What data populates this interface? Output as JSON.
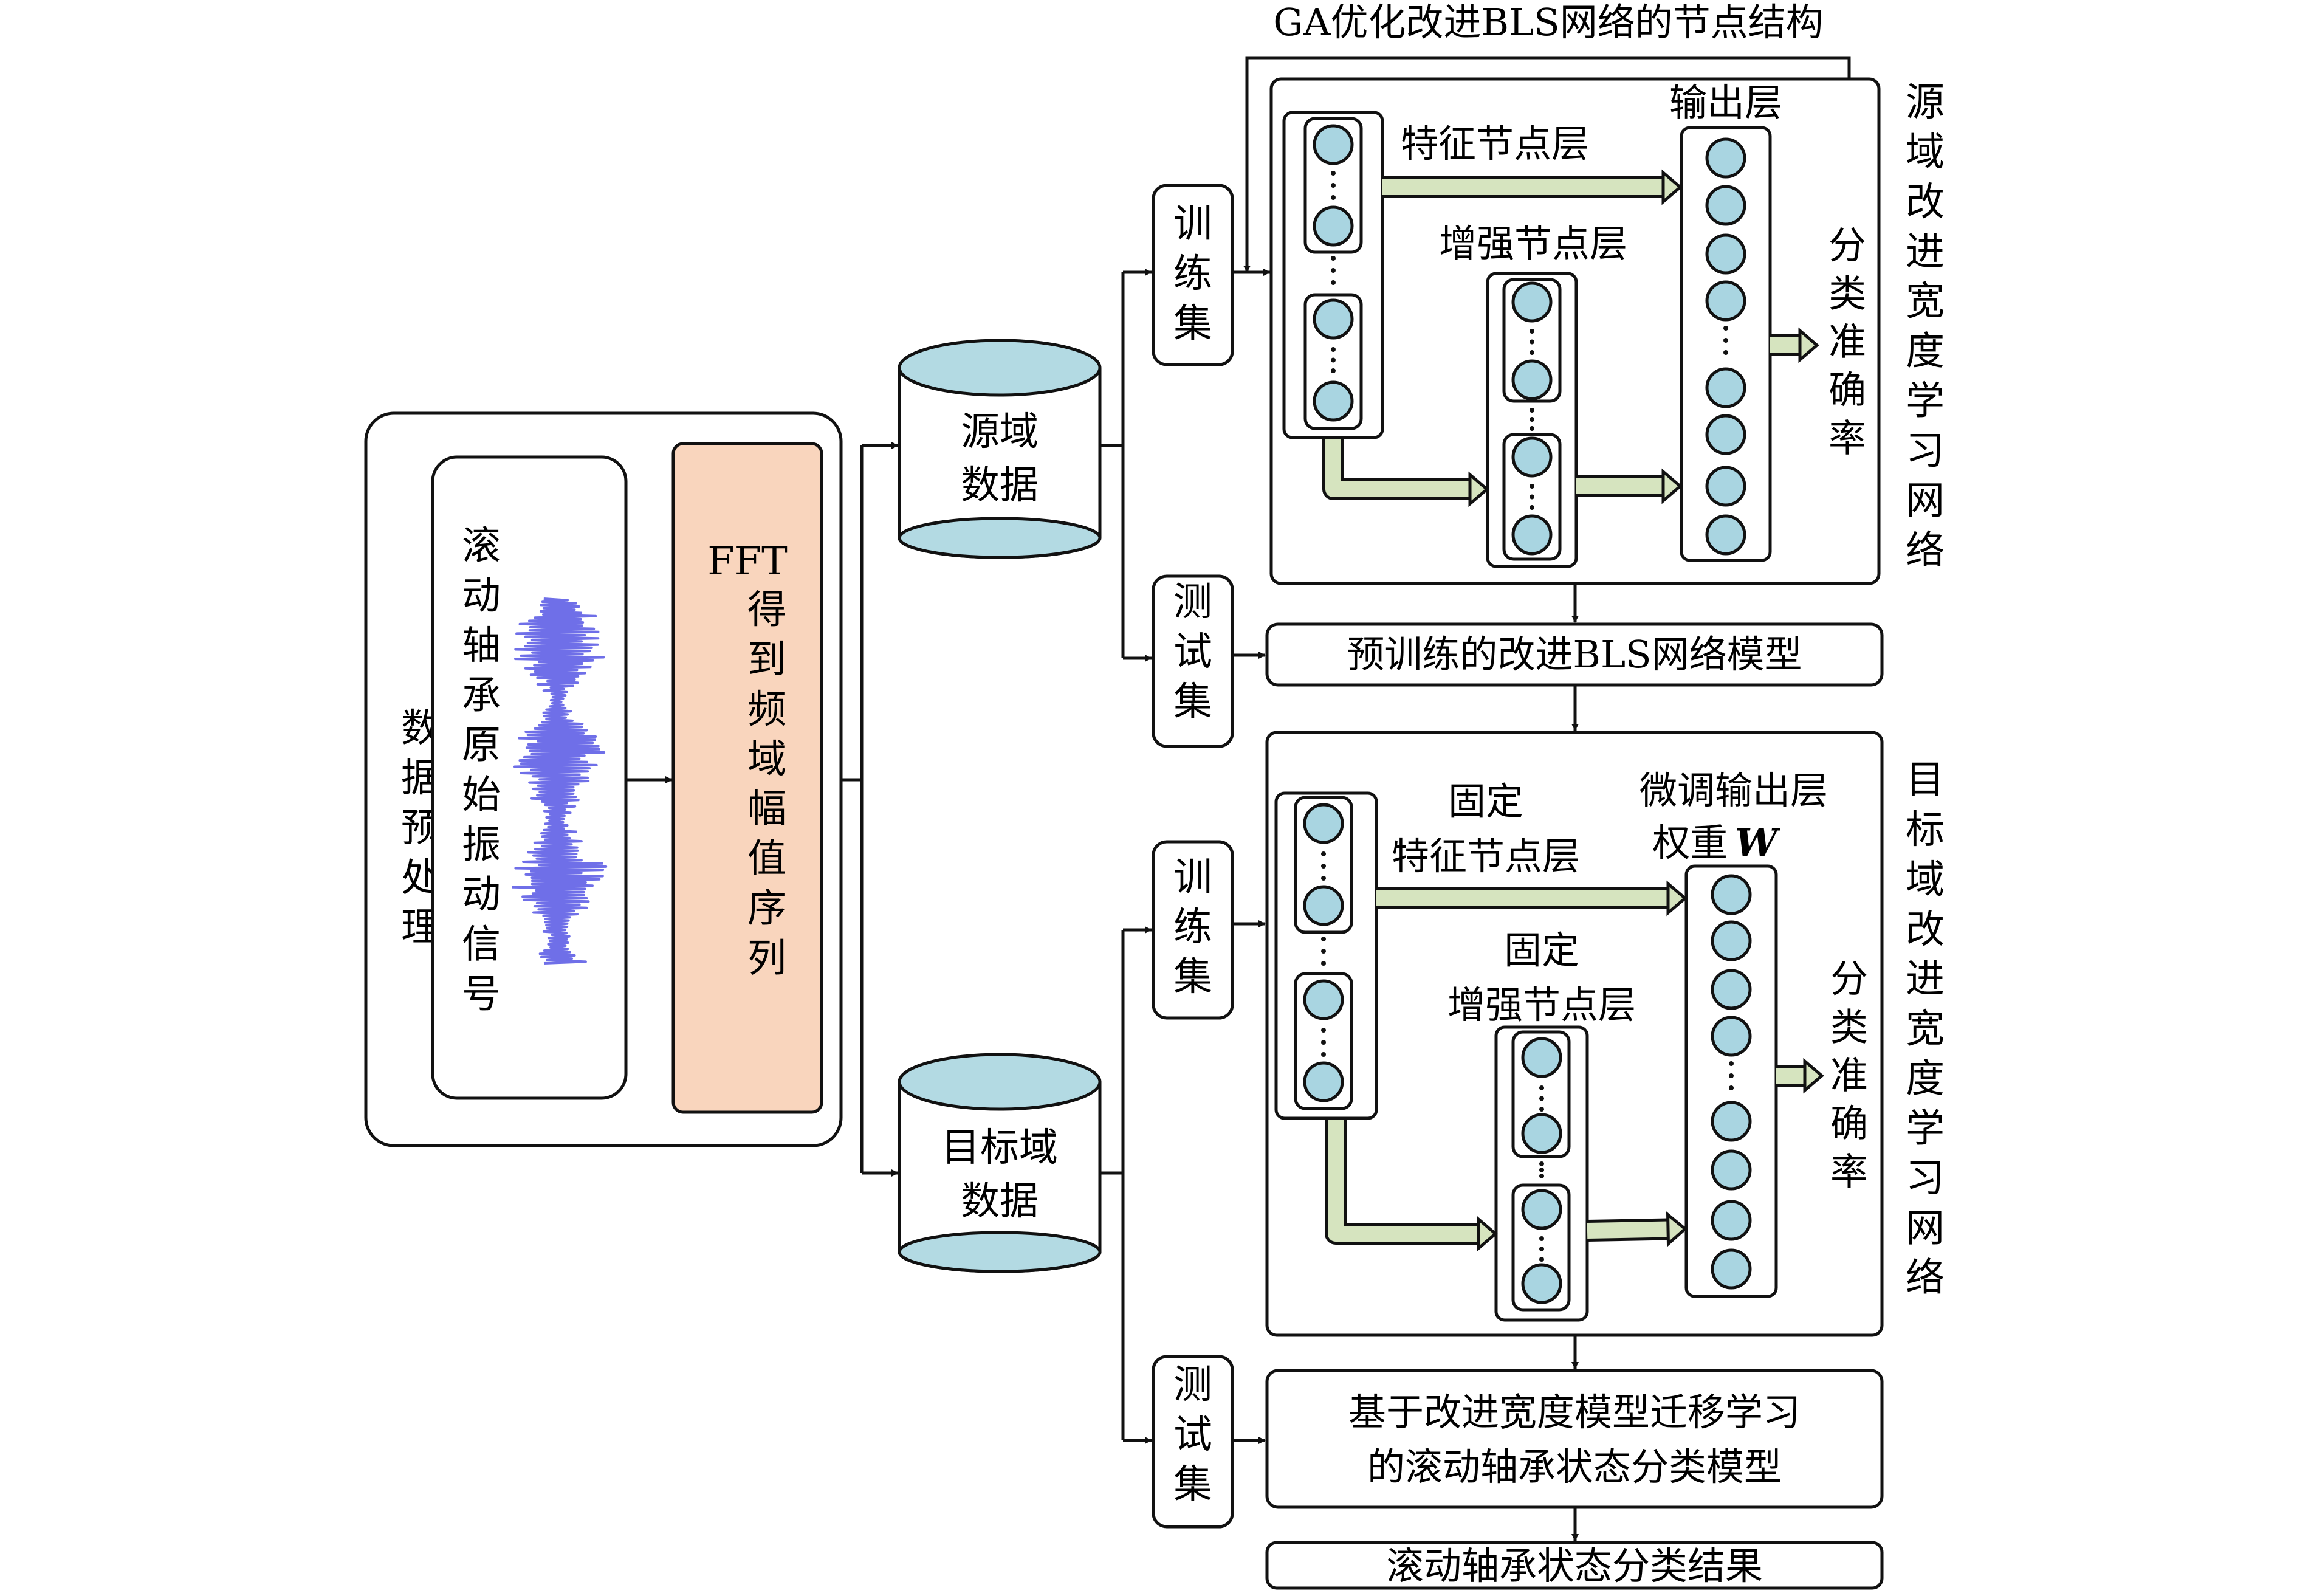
{
  "top_label": "GA优化改进BLS网络的节点结构",
  "preprocessing": {
    "title": "数据预处理",
    "raw_signal": "滚动轴承原始振动信号",
    "fft_step_prefix": "FFT",
    "fft_step_rest": "得到频域幅值序列"
  },
  "databases": {
    "source": [
      "源域",
      "数据"
    ],
    "target": [
      "目标域",
      "数据"
    ]
  },
  "sets": {
    "train": "训练集",
    "test": "测试集"
  },
  "source_network": {
    "side_title": "源域改进宽度学习网络",
    "feature_layer": "特征节点层",
    "enhance_layer": "增强节点层",
    "output_layer": "输出层",
    "accuracy": "分类准确率"
  },
  "pretrained_model": "预训练的改进BLS网络模型",
  "target_network": {
    "side_title": "目标域改进宽度学习网络",
    "fixed_feature": [
      "固定",
      "特征节点层"
    ],
    "fixed_enhance": [
      "固定",
      "增强节点层"
    ],
    "finetune": [
      "微调输出层",
      "权重"
    ],
    "finetune_symbol": "W",
    "accuracy": "分类准确率"
  },
  "transfer_model": [
    "基于改进宽度模型迁移学习",
    "的滚动轴承状态分类模型"
  ],
  "result": "滚动轴承状态分类结果",
  "colors": {
    "node_fill": "#a9d5e1",
    "db_fill": "#b3dae3",
    "fft_fill": "#f9d5bd",
    "arrow_fill": "#d6e4bf",
    "signal": "#6f6fe8"
  }
}
